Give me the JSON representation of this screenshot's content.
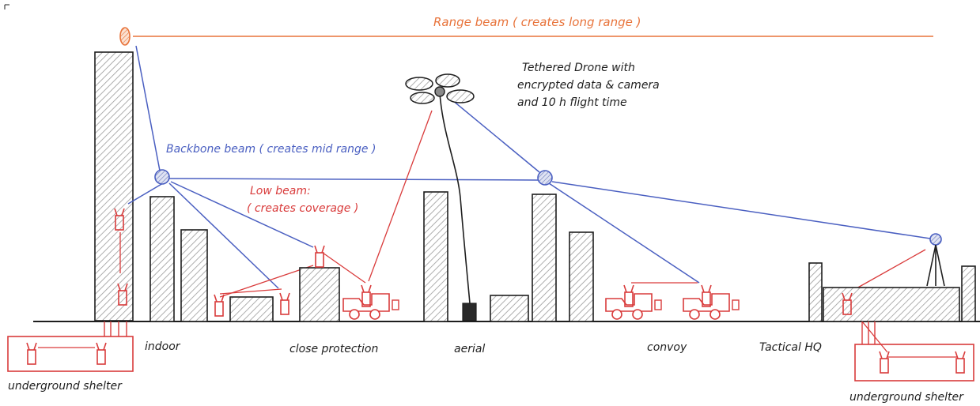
{
  "title": {
    "range_beam": "Range beam ( creates long range )",
    "backbone_beam": "Backbone beam ( creates mid range )",
    "low_beam_line1": "Low beam:",
    "low_beam_line2": "( creates coverage )"
  },
  "drone": {
    "line1": "Tethered Drone with",
    "line2": "encrypted data & camera",
    "line3": "and 10 h flight time"
  },
  "zones": {
    "indoor": "indoor",
    "close_protection": "close protection",
    "aerial": "aerial",
    "convoy": "convoy",
    "tactical_hq": "Tactical HQ",
    "shelter_left": "underground shelter",
    "shelter_right": "underground shelter"
  },
  "colors": {
    "range": "#e8733a",
    "backbone": "#4a5fc1",
    "low": "#d93b3b",
    "ink": "#1e1e1e"
  }
}
